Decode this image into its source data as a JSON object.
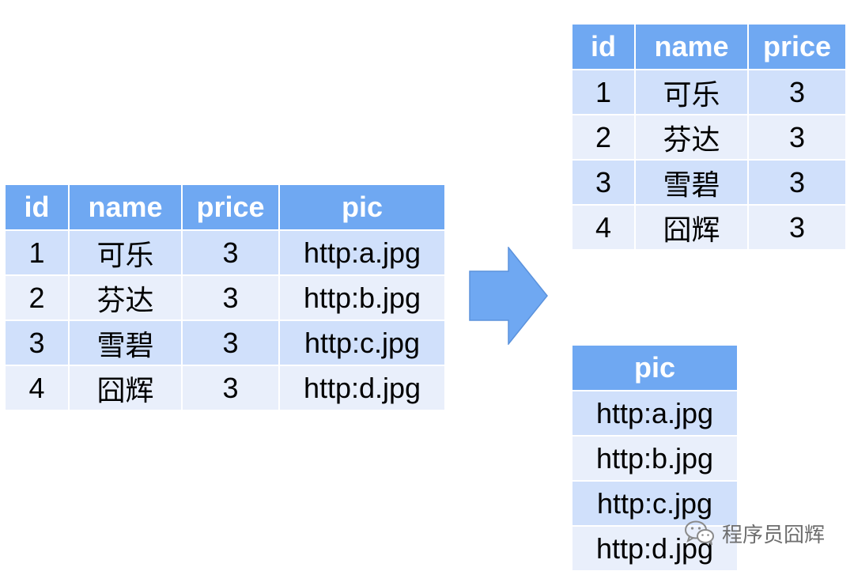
{
  "source_table": {
    "headers": [
      "id",
      "name",
      "price",
      "pic"
    ],
    "rows": [
      [
        "1",
        "可乐",
        "3",
        "http:a.jpg"
      ],
      [
        "2",
        "芬达",
        "3",
        "http:b.jpg"
      ],
      [
        "3",
        "雪碧",
        "3",
        "http:c.jpg"
      ],
      [
        "4",
        "囧辉",
        "3",
        "http:d.jpg"
      ]
    ]
  },
  "main_table": {
    "headers": [
      "id",
      "name",
      "price"
    ],
    "rows": [
      [
        "1",
        "可乐",
        "3"
      ],
      [
        "2",
        "芬达",
        "3"
      ],
      [
        "3",
        "雪碧",
        "3"
      ],
      [
        "4",
        "囧辉",
        "3"
      ]
    ]
  },
  "pic_table": {
    "headers": [
      "pic"
    ],
    "rows": [
      [
        "http:a.jpg"
      ],
      [
        "http:b.jpg"
      ],
      [
        "http:c.jpg"
      ],
      [
        "http:d.jpg"
      ]
    ]
  },
  "arrow": {
    "icon": "right-arrow-icon",
    "color": "#6fa8f2"
  },
  "watermark": {
    "icon": "wechat-icon",
    "text": "程序员囧辉"
  },
  "colors": {
    "header_bg": "#6fa8f2",
    "header_text": "#ffffff",
    "row_odd": "#d0e0fb",
    "row_even": "#e9effb"
  }
}
